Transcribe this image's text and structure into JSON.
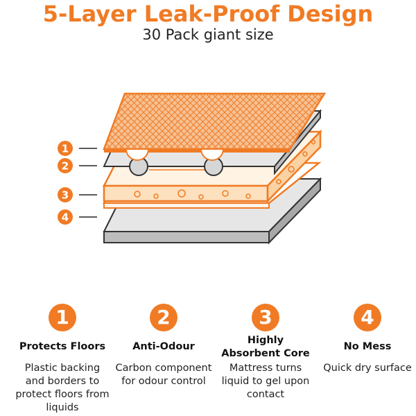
{
  "header": {
    "title": "5-Layer Leak-Proof Design",
    "subtitle": "30 Pack giant size"
  },
  "colors": {
    "accent": "#f07b24",
    "gray_layer": "#e6e6e6",
    "outline": "#333333",
    "core_fill": "#fde9d2"
  },
  "diagram": {
    "callouts": [
      "1",
      "2",
      "3",
      "4"
    ]
  },
  "features": [
    {
      "number": "1",
      "title": "Protects Floors",
      "description": "Plastic backing and borders to protect floors from liquids"
    },
    {
      "number": "2",
      "title": "Anti-Odour",
      "description": "Carbon component for odour control"
    },
    {
      "number": "3",
      "title": "Highly Absorbent Core",
      "description": "Mattress turns liquid to gel upon contact"
    },
    {
      "number": "4",
      "title": "No Mess",
      "description": "Quick dry surface"
    }
  ]
}
